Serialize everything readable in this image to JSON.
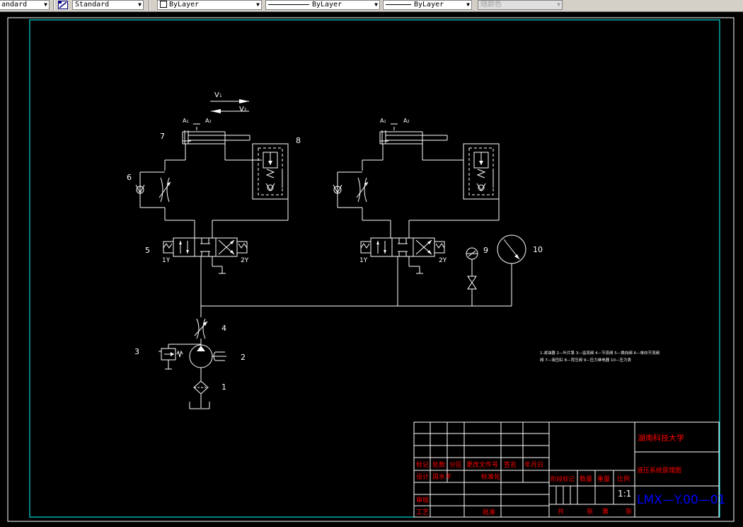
{
  "toolbar": {
    "text_style": "andard",
    "dim_style": "Standard",
    "layer": "ByLayer",
    "linetype": "ByLayer",
    "lineweight": "ByLayer",
    "color": "随颜色"
  },
  "drawing": {
    "velocity_labels": {
      "v1": "V",
      "v1_sub": "1",
      "v2": "V",
      "v2_sub": "2"
    },
    "area_labels": {
      "a1": "A",
      "a1_sub": "1",
      "a2": "A",
      "a2_sub": "2"
    },
    "component_numbers": {
      "n1": "1",
      "n2": "2",
      "n3": "3",
      "n4": "4",
      "n5": "5",
      "n6": "6",
      "n7": "7",
      "n8": "8",
      "n9": "9",
      "n10": "10"
    },
    "solenoid_labels": {
      "left": "1Y",
      "right": "2Y"
    },
    "legend": {
      "line1": "1.滤油器 2—叶片泵 3—溢流阀 4—节流阀 5—换向阀 6—单向节流阀",
      "line2": "阀 7—液压缸 8—背压阀 9—压力继电器 10—压力表"
    }
  },
  "title_block": {
    "university": "湖南科技大学",
    "drawing_title": "液压系统原理图",
    "drawing_number": "LMX—Y.00—01",
    "scale": "1:1",
    "headers": {
      "mark": "标记",
      "count": "处数",
      "zone": "分区",
      "change_doc": "更改文件号",
      "signature": "签名",
      "date": "年月日"
    },
    "design": "设计",
    "designer": "周水平",
    "standardize": "标准化",
    "review": "审核",
    "process": "工艺",
    "approve": "批准",
    "stage_mark": "阶段标记",
    "quantity": "数量",
    "weight": "重量",
    "ratio": "比例",
    "total": "共",
    "sheet": "张",
    "page": "第",
    "sheet2": "张"
  },
  "colors": {
    "background": "#000000",
    "lines": "#ffffff",
    "frame": "#00ffff",
    "title_text": "#ff0000",
    "drawing_number": "#0000ff"
  }
}
